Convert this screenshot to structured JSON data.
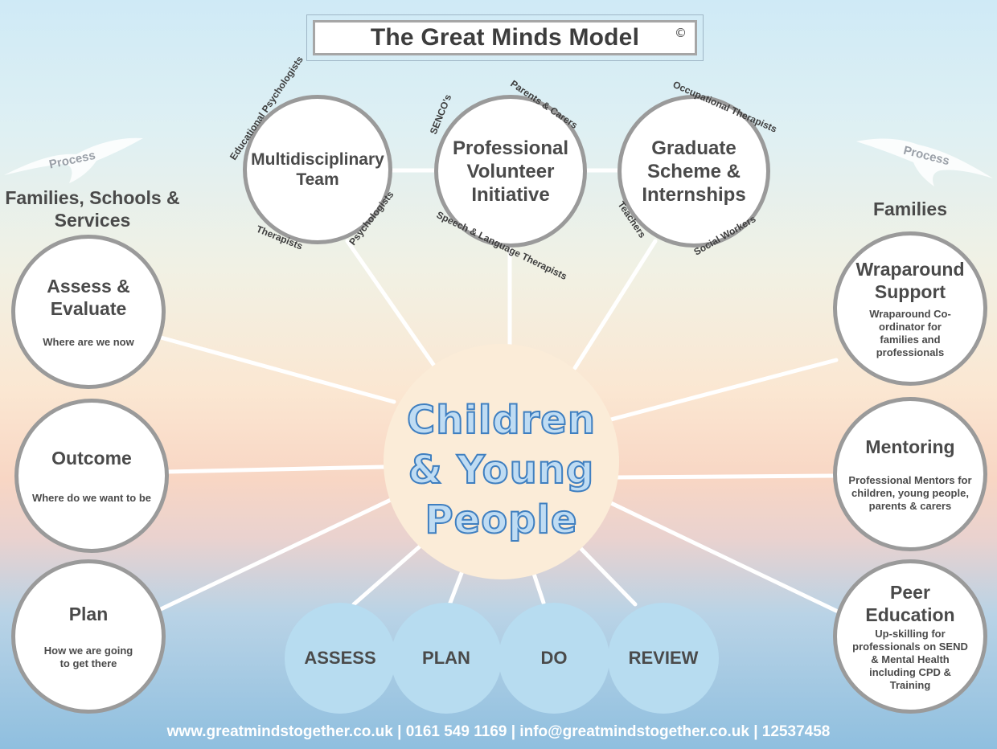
{
  "title": "The Great Minds Model",
  "copyright": "©",
  "left_heading": "Families, Schools & Services",
  "right_heading": "Families",
  "process_label": "Process",
  "center_label_lines": [
    "Children",
    "& Young",
    "People"
  ],
  "top_circles": [
    {
      "title_lines": [
        "Multidisciplinary",
        "Team"
      ],
      "roles": [
        "Educational Psychologists",
        "Therapists",
        "Psychologists"
      ]
    },
    {
      "title_lines": [
        "Professional",
        "Volunteer",
        "Initiative"
      ],
      "roles": [
        "SENCO's",
        "Parents & Carers",
        "Speech & Language Therapists"
      ]
    },
    {
      "title_lines": [
        "Graduate",
        "Scheme &",
        "Internships"
      ],
      "roles": [
        "Occupational Therapists",
        "Teachers",
        "Social Workers"
      ]
    }
  ],
  "left_circles": [
    {
      "title_lines": [
        "Assess &",
        "Evaluate"
      ],
      "subtitle_lines": [
        "Where are we now"
      ]
    },
    {
      "title_lines": [
        "Outcome"
      ],
      "subtitle_lines": [
        "Where do we want to be"
      ]
    },
    {
      "title_lines": [
        "Plan"
      ],
      "subtitle_lines": [
        "How we are going",
        "to get there"
      ]
    }
  ],
  "right_circles": [
    {
      "title_lines": [
        "Wraparound",
        "Support"
      ],
      "subtitle_lines": [
        "Wraparound Co-",
        "ordinator for",
        "families and",
        "professionals"
      ]
    },
    {
      "title_lines": [
        "Mentoring"
      ],
      "subtitle_lines": [
        "Professional Mentors for",
        "children, young people,",
        "parents & carers"
      ]
    },
    {
      "title_lines": [
        "Peer",
        "Education"
      ],
      "subtitle_lines": [
        "Up-skilling for",
        "professionals on SEND",
        "& Mental Health",
        "including CPD &",
        "Training"
      ]
    }
  ],
  "cycle": [
    "ASSESS",
    "PLAN",
    "DO",
    "REVIEW"
  ],
  "footer": "www.greatmindstogether.co.uk | 0161 549 1169 | info@greatmindstogether.co.uk | 12537458"
}
